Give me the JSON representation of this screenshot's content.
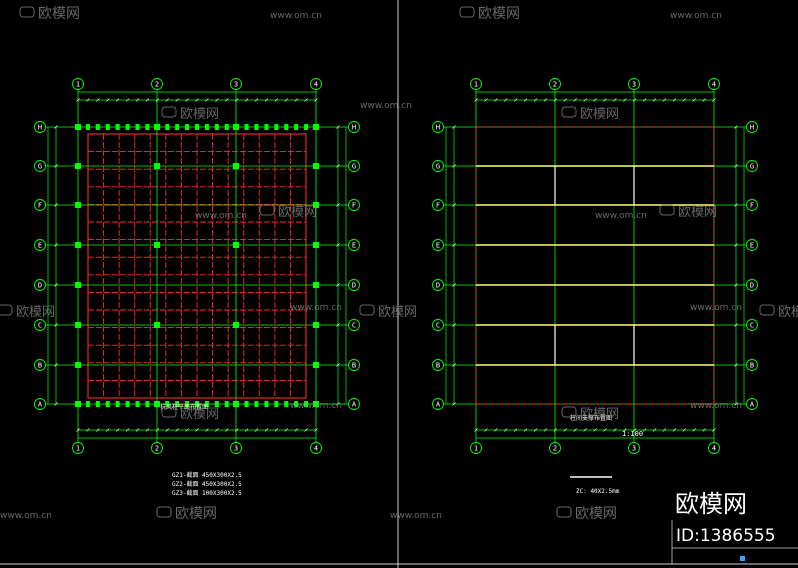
{
  "watermark": {
    "brand": "欧模网",
    "url": "www.om.cn"
  },
  "left_plan": {
    "axes_x": [
      "1",
      "2",
      "3",
      "4"
    ],
    "axes_y": [
      "H",
      "G",
      "F",
      "E",
      "D",
      "C",
      "B",
      "A"
    ],
    "title": "抗风柱平面布置图",
    "notes": [
      "GZ1-截面 450X300X2.5",
      "GZ2-截面 450X300X2.5",
      "GZ3-截面 100X300X2.5"
    ]
  },
  "right_plan": {
    "axes_x": [
      "1",
      "2",
      "3",
      "4"
    ],
    "axes_y": [
      "H",
      "G",
      "F",
      "E",
      "D",
      "C",
      "B",
      "A"
    ],
    "title": "柱间支撑布置图",
    "scale": "1:100",
    "note": "ZC: 40X2.5mm"
  },
  "brand_footer": {
    "name": "欧模网",
    "id_text": "ID:1386555"
  },
  "colors": {
    "grid_green": "#00ff00",
    "member_red": "#ff2a2a",
    "beam_yellow": "#ffff66",
    "background": "#000000",
    "watermark_gray": "#8a8a8a"
  }
}
